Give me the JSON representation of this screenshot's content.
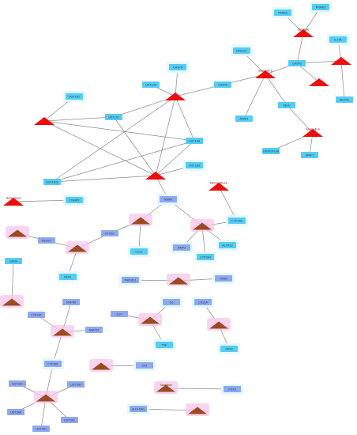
{
  "network": {
    "genes": [
      {
        "id": "PPARA",
        "label": "PPARA"
      },
      {
        "id": "PPARG",
        "label": "PPARG"
      },
      {
        "id": "IL17A",
        "label": "IL17A"
      },
      {
        "id": "NFE2L2",
        "label": "NFE2L2"
      },
      {
        "id": "CASP3",
        "label": "CASP3"
      },
      {
        "id": "CASP8",
        "label": "CASP8"
      },
      {
        "id": "CASP9",
        "label": "CASP9"
      },
      {
        "id": "UGT1A9",
        "label": "UGT1A9"
      },
      {
        "id": "UGT1A1",
        "label": "UGT1A1"
      },
      {
        "id": "UGT1A7",
        "label": "UGT1A7"
      },
      {
        "id": "UGT1A6",
        "label": "UGT1A6"
      },
      {
        "id": "BECN1",
        "label": "BECN1"
      },
      {
        "id": "APAF1a",
        "label": "APAF1"
      },
      {
        "id": "SELE",
        "label": "SELE"
      },
      {
        "id": "TNFRSF10B",
        "label": "TNFRSF10B"
      },
      {
        "id": "APAF1b",
        "label": "APAF1"
      },
      {
        "id": "UGT1A3",
        "label": "UGT1A3"
      },
      {
        "id": "UGT1A10",
        "label": "UGT1A10"
      },
      {
        "id": "LTB4R2",
        "label": "LTB4R2"
      },
      {
        "id": "MMP9",
        "label": "MMP9"
      },
      {
        "id": "CYP1A2",
        "label": "CYP1A2"
      },
      {
        "id": "DECR1",
        "label": "DECR1"
      },
      {
        "id": "PTGS2",
        "label": "PTGS2"
      },
      {
        "id": "CCL2",
        "label": "CCL2"
      },
      {
        "id": "MMP2",
        "label": "MMP2"
      },
      {
        "id": "ALOX12",
        "label": "ALOX12"
      },
      {
        "id": "CYP3A4",
        "label": "CYP3A4"
      },
      {
        "id": "HADH",
        "label": "HADH"
      },
      {
        "id": "NCF1",
        "label": "NCF1"
      },
      {
        "id": "TNFSF11",
        "label": "TNFSF11"
      },
      {
        "id": "FASN",
        "label": "FASN"
      },
      {
        "id": "MAPK8",
        "label": "MAPK8"
      },
      {
        "id": "IL6",
        "label": "IL6"
      },
      {
        "id": "CES2A",
        "label": "CES2A"
      },
      {
        "id": "IL10",
        "label": "IL10"
      },
      {
        "id": "CYP1A1",
        "label": "CYP1A1"
      },
      {
        "id": "MAPK9",
        "label": "MAPK9"
      },
      {
        "id": "TNF",
        "label": "TNF"
      },
      {
        "id": "CES2",
        "label": "CES2"
      },
      {
        "id": "CYP1B1",
        "label": "CYP1B1"
      },
      {
        "id": "CAT",
        "label": "CAT"
      },
      {
        "id": "UGT3A1",
        "label": "UGT3A1"
      },
      {
        "id": "UGT2A3",
        "label": "UGT2A3"
      },
      {
        "id": "UGT3A8",
        "label": "UGT3A8"
      },
      {
        "id": "UGT3A2",
        "label": "UGT3A2"
      },
      {
        "id": "UGT3A7",
        "label": "UGT3A7"
      },
      {
        "id": "PDX3",
        "label": "PDX3"
      },
      {
        "id": "ALDH3A1",
        "label": "ALDH3A1"
      }
    ],
    "compounds": [
      {
        "id": "c_top",
        "label": "Stevioside",
        "color": "red"
      },
      {
        "id": "c_il17",
        "label": "",
        "color": "red"
      },
      {
        "id": "c_small",
        "label": "",
        "color": "red"
      },
      {
        "id": "c_casp8",
        "label": "Sesamolin D",
        "color": "red"
      },
      {
        "id": "c_ugt9",
        "label": "",
        "color": "red"
      },
      {
        "id": "c_left",
        "label": "",
        "color": "red"
      },
      {
        "id": "c_sele",
        "label": "Sesamolin A",
        "color": "red"
      },
      {
        "id": "c_center",
        "label": "",
        "color": "red"
      },
      {
        "id": "c_meth",
        "label": "Methoxyflavone",
        "color": "red"
      },
      {
        "id": "c_lt",
        "label": "Nonacosanol",
        "color": "red"
      },
      {
        "id": "c_mmp9",
        "label": "",
        "color": "brown"
      },
      {
        "id": "c_decr",
        "label": "",
        "color": "brown"
      },
      {
        "id": "c_cyp1a2",
        "label": "",
        "color": "brown"
      },
      {
        "id": "c_ptgs2",
        "label": "",
        "color": "brown"
      },
      {
        "id": "c_tnfsf",
        "label": "",
        "color": "brown"
      },
      {
        "id": "c_hadh",
        "label": "",
        "color": "brown"
      },
      {
        "id": "c_il",
        "label": "",
        "color": "brown"
      },
      {
        "id": "c_ces",
        "label": "",
        "color": "brown"
      },
      {
        "id": "c_mapk",
        "label": "",
        "color": "brown"
      },
      {
        "id": "c_cat",
        "label": "",
        "color": "brown"
      },
      {
        "id": "c_pdx",
        "label": "Sesaminol",
        "color": "brown"
      },
      {
        "id": "c_ugt",
        "label": "",
        "color": "brown"
      },
      {
        "id": "c_aldh",
        "label": "",
        "color": "brown"
      }
    ],
    "edges": [
      [
        "PPARA",
        "c_top"
      ],
      [
        "PPARG",
        "c_top"
      ],
      [
        "c_top",
        "CASP3"
      ],
      [
        "IL17A",
        "c_il17"
      ],
      [
        "CASP3",
        "c_il17"
      ],
      [
        "c_il17",
        "BECN1"
      ],
      [
        "CASP3",
        "c_small"
      ],
      [
        "NFE2L2",
        "c_casp8"
      ],
      [
        "CASP3",
        "c_casp8"
      ],
      [
        "CASP8",
        "c_casp8"
      ],
      [
        "c_casp8",
        "APAF1a"
      ],
      [
        "c_casp8",
        "SELE"
      ],
      [
        "SELE",
        "c_sele"
      ],
      [
        "c_sele",
        "TNFRSF10B"
      ],
      [
        "c_sele",
        "APAF1b"
      ],
      [
        "CASP9",
        "c_ugt9"
      ],
      [
        "UGT1A9",
        "c_ugt9"
      ],
      [
        "CASP8",
        "c_ugt9"
      ],
      [
        "UGT1A7",
        "c_ugt9"
      ],
      [
        "c_ugt9",
        "UGT1A6"
      ],
      [
        "c_ugt9",
        "c_center"
      ],
      [
        "c_ugt9",
        "UGT1A10"
      ],
      [
        "UGT1A1",
        "c_left"
      ],
      [
        "c_left",
        "UGT1A7"
      ],
      [
        "c_left",
        "UGT1A6"
      ],
      [
        "c_left",
        "c_center"
      ],
      [
        "UGT1A7",
        "c_center"
      ],
      [
        "UGT1A6",
        "c_center"
      ],
      [
        "UGT1A10",
        "c_center"
      ],
      [
        "UGT1A3",
        "c_center"
      ],
      [
        "c_center",
        "MMP9"
      ],
      [
        "UGT1A10",
        "UGT1A6"
      ],
      [
        "c_lt",
        "LTB4R2"
      ],
      [
        "MMP9",
        "c_mmp9"
      ],
      [
        "MMP9",
        "c_cyp1a2"
      ],
      [
        "c_mmp9",
        "CCL2"
      ],
      [
        "c_mmp9",
        "PTGS2"
      ],
      [
        "c_meth",
        "CYP1A2"
      ],
      [
        "CYP1A2",
        "c_cyp1a2"
      ],
      [
        "c_cyp1a2",
        "MMP2"
      ],
      [
        "c_cyp1a2",
        "ALOX12"
      ],
      [
        "c_cyp1a2",
        "CYP3A4"
      ],
      [
        "c_decr",
        "DECR1"
      ],
      [
        "DECR1",
        "c_ptgs2"
      ],
      [
        "PTGS2",
        "c_ptgs2"
      ],
      [
        "c_ptgs2",
        "NCF1"
      ],
      [
        "TNFSF11",
        "c_tnfsf"
      ],
      [
        "c_tnfsf",
        "FASN"
      ],
      [
        "HADH",
        "c_hadh"
      ],
      [
        "IL10",
        "c_il"
      ],
      [
        "IL6",
        "c_il"
      ],
      [
        "c_il",
        "TNF"
      ],
      [
        "CES2A",
        "c_ces"
      ],
      [
        "c_ces",
        "CES2"
      ],
      [
        "MAPK8",
        "c_mapk"
      ],
      [
        "CYP1A1",
        "c_mapk"
      ],
      [
        "MAPK9",
        "c_mapk"
      ],
      [
        "c_mapk",
        "CYP1B1"
      ],
      [
        "c_cat",
        "CAT"
      ],
      [
        "CYP1B1",
        "c_ugt"
      ],
      [
        "UGT3A1",
        "c_ugt"
      ],
      [
        "UGT2A3",
        "c_ugt"
      ],
      [
        "UGT3A8",
        "c_ugt"
      ],
      [
        "UGT3A2",
        "c_ugt"
      ],
      [
        "UGT3A7",
        "c_ugt"
      ],
      [
        "c_pdx",
        "PDX3"
      ],
      [
        "ALDH3A1",
        "c_aldh"
      ]
    ]
  }
}
